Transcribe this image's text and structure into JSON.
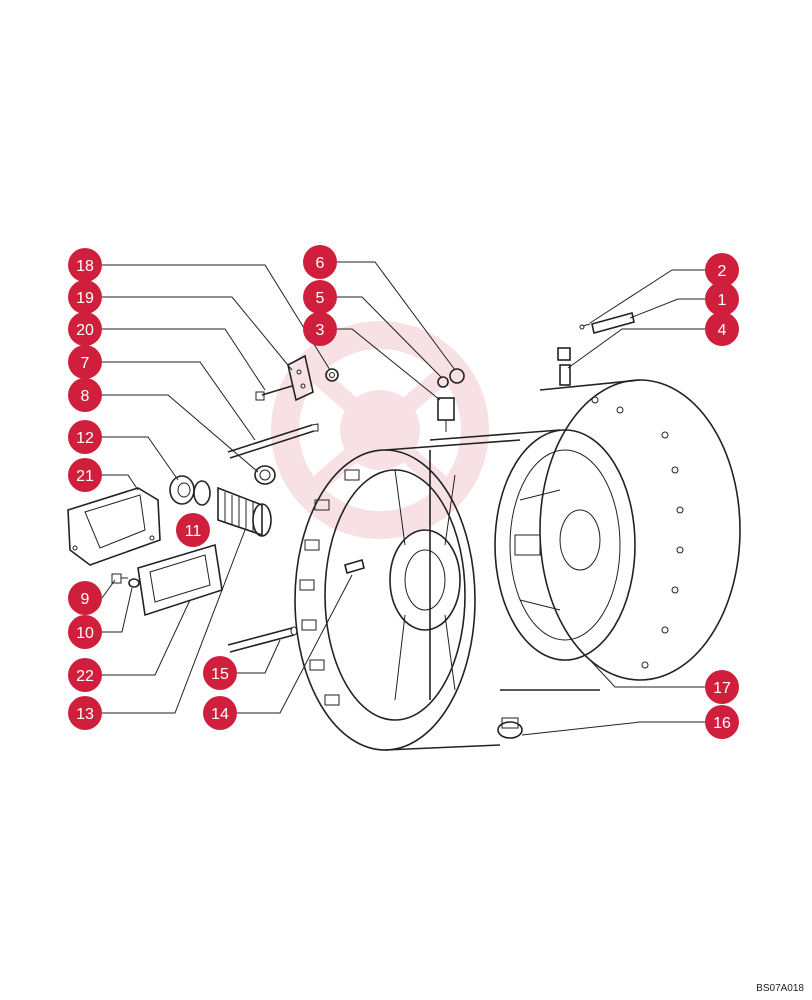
{
  "accent_color": "#d01f3c",
  "drawing_code": "BS07A018",
  "callouts": [
    {
      "label": "18"
    },
    {
      "label": "19"
    },
    {
      "label": "20"
    },
    {
      "label": "7"
    },
    {
      "label": "8"
    },
    {
      "label": "12"
    },
    {
      "label": "21"
    },
    {
      "label": "11"
    },
    {
      "label": "9"
    },
    {
      "label": "10"
    },
    {
      "label": "22"
    },
    {
      "label": "13"
    },
    {
      "label": "6"
    },
    {
      "label": "5"
    },
    {
      "label": "3"
    },
    {
      "label": "15"
    },
    {
      "label": "14"
    },
    {
      "label": "2"
    },
    {
      "label": "1"
    },
    {
      "label": "4"
    },
    {
      "label": "17"
    },
    {
      "label": "16"
    }
  ]
}
